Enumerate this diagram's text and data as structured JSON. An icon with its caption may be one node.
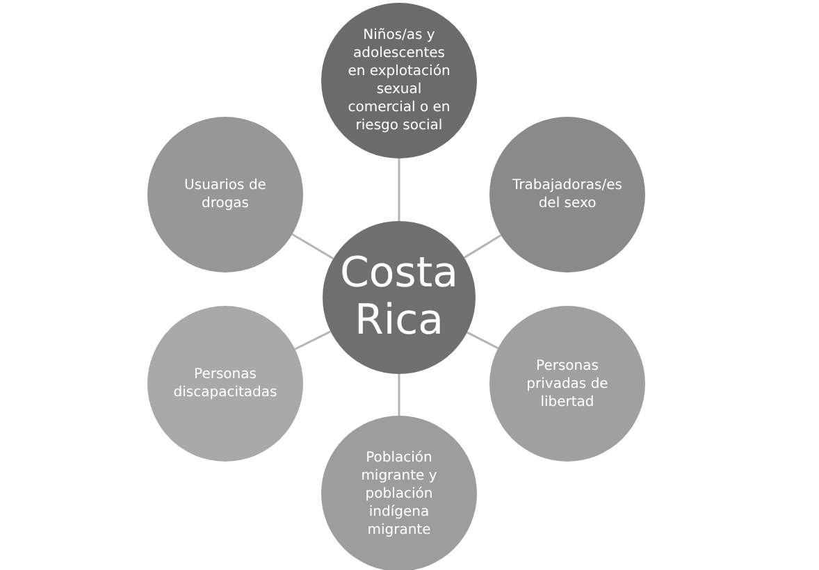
{
  "diagram": {
    "nodes": [
      {
        "text": [
          "Costa Rica"
        ]
      },
      {
        "text": [
          "Niños/as y adolescentes en explotación sexual comercial o en riesgo social"
        ]
      },
      {
        "text": [
          "Trabajadoras/es del sexo"
        ]
      },
      {
        "text": [
          "Personas privadas de libertad"
        ]
      },
      {
        "text": [
          "Población migrante y población indígena migrante"
        ]
      },
      {
        "text": [
          "Personas discapacitadas"
        ]
      },
      {
        "text": [
          "Usuarios de drogas"
        ]
      }
    ],
    "edges": [
      {
        "from": 0,
        "to": 1,
        "arrow": "none"
      },
      {
        "from": 0,
        "to": 2,
        "arrow": "none"
      },
      {
        "from": 0,
        "to": 3,
        "arrow": "none"
      },
      {
        "from": 0,
        "to": 4,
        "arrow": "none"
      },
      {
        "from": 0,
        "to": 5,
        "arrow": "none"
      },
      {
        "from": 0,
        "to": 6,
        "arrow": "none"
      }
    ]
  }
}
